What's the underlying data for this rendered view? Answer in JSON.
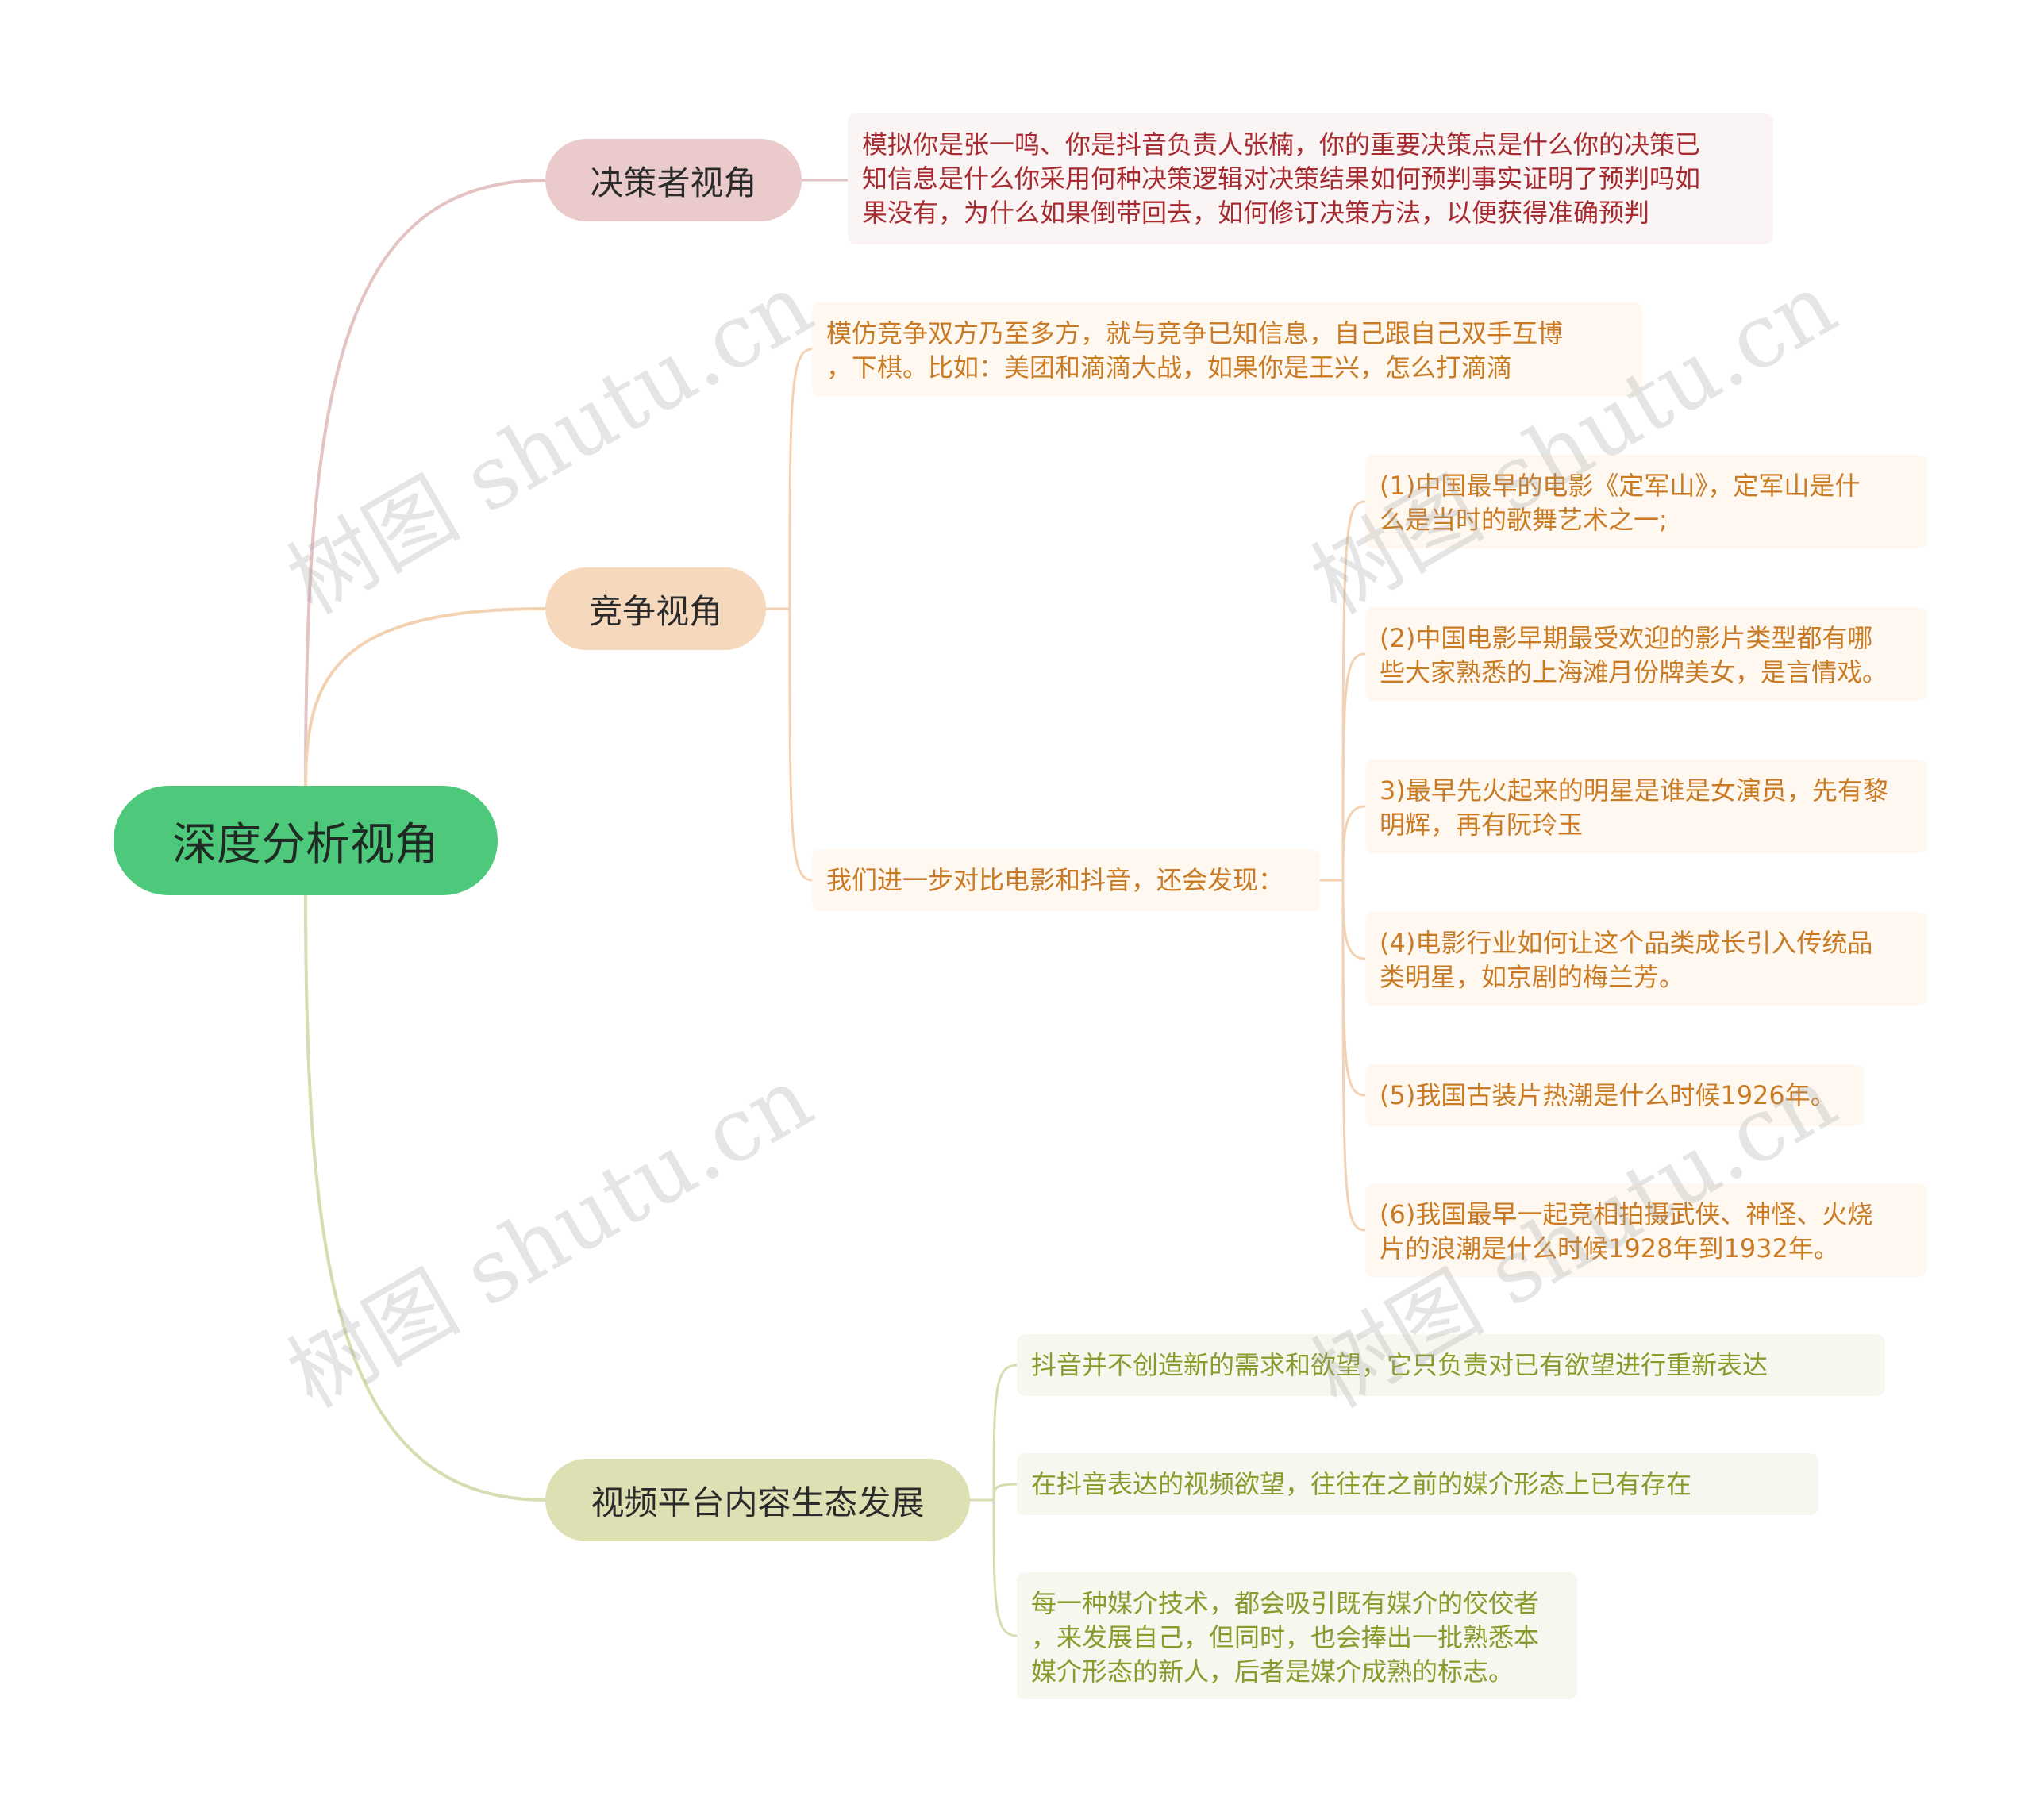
{
  "root": {
    "label": "深度分析视角"
  },
  "branches": [
    {
      "label": "决策者视角",
      "color": "#e3c3c3",
      "children": [
        {
          "text": "模拟你是张一鸣、你是抖音负责人张楠，你的重要决策点是什么你的决策已\n知信息是什么你采用何种决策逻辑对决策结果如何预判事实证明了预判吗如\n果没有，为什么如果倒带回去，如何修订决策方法，以便获得准确预判"
        }
      ]
    },
    {
      "label": "竞争视角",
      "color": "#f2d2b3",
      "children": [
        {
          "text": "模仿竞争双方乃至多方，就与竞争已知信息，自己跟自己双手互博\n，下棋。比如：美团和滴滴大战，如果你是王兴，怎么打滴滴"
        },
        {
          "text": "我们进一步对比电影和抖音，还会发现：",
          "children": [
            {
              "text": "(1)中国最早的电影《定军山》，定军山是什\n么是当时的歌舞艺术之一;"
            },
            {
              "text": "(2)中国电影早期最受欢迎的影片类型都有哪\n些大家熟悉的上海滩月份牌美女，是言情戏。"
            },
            {
              "text": "3)最早先火起来的明星是谁是女演员，先有黎\n明辉，再有阮玲玉"
            },
            {
              "text": "(4)电影行业如何让这个品类成长引入传统品\n类明星，如京剧的梅兰芳。"
            },
            {
              "text": "(5)我国古装片热潮是什么时候1926年。"
            },
            {
              "text": "(6)我国最早一起竞相拍摄武侠、神怪、火烧\n片的浪潮是什么时候1928年到1932年。"
            }
          ]
        }
      ]
    },
    {
      "label": "视频平台内容生态发展",
      "color": "#d8dcb0",
      "children": [
        {
          "text": "抖音并不创造新的需求和欲望，它只负责对已有欲望进行重新表达"
        },
        {
          "text": "在抖音表达的视频欲望，往往在之前的媒介形态上已有存在"
        },
        {
          "text": "每一种媒介技术，都会吸引既有媒介的佼佼者\n，来发展自己，但同时，也会捧出一批熟悉本\n媒介形态的新人，后者是媒介成熟的标志。"
        }
      ]
    }
  ],
  "watermark": "树图 shutu.cn"
}
